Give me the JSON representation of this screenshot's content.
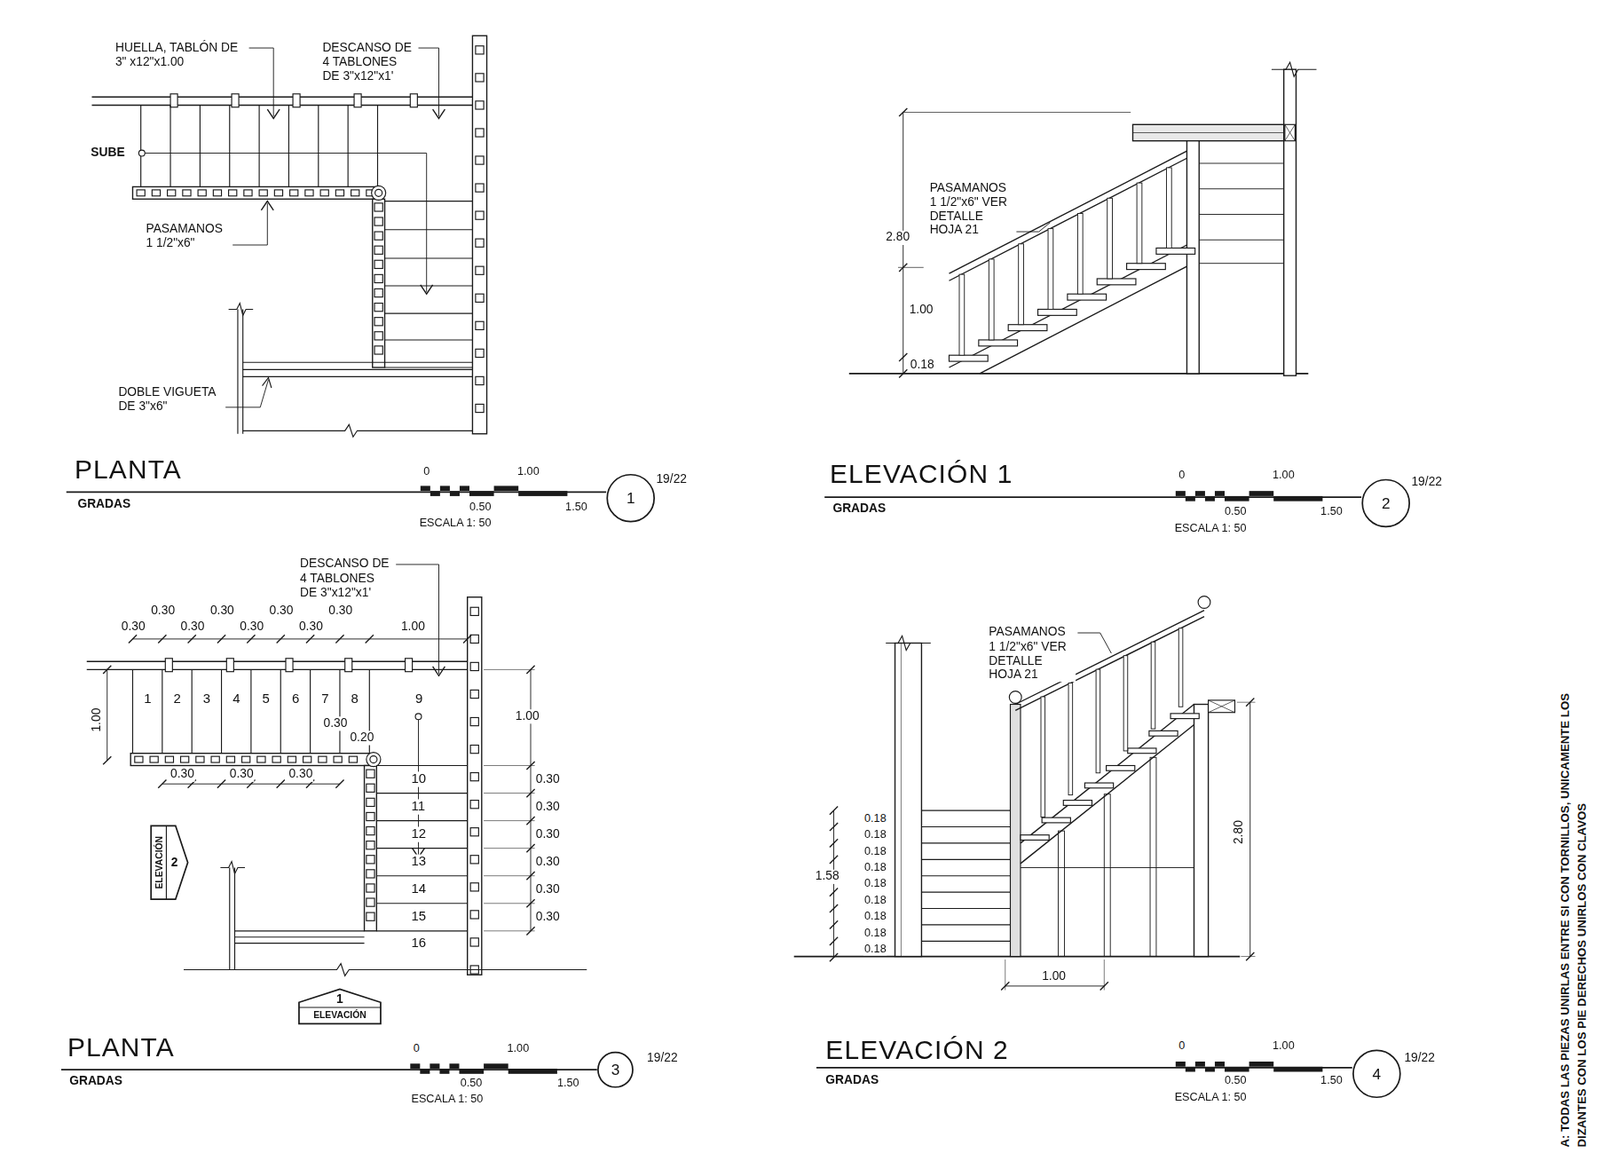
{
  "diagram": {
    "nodes": [
      {
        "text": [
          "1"
        ]
      },
      {
        "text": [
          "2"
        ]
      },
      {
        "text": [
          "ELEVACIÓN",
          "2"
        ]
      },
      {
        "text": [
          "1",
          "ELEVACIÓN"
        ]
      },
      {
        "text": [
          "3"
        ]
      },
      {
        "text": [
          "4"
        ]
      }
    ],
    "labels": [
      "HUELLA, TABLÓN DE 3\" x12\"x1.00",
      "DESCANSO DE 4 TABLONES DE 3\"x12\"x1'",
      "SUBE",
      "PASAMANOS 1 1/2\"x6\"",
      "DOBLE VIGUETA DE 3\"x6\"",
      "PLANTA",
      "GRADAS",
      "0",
      "1.00",
      "0.50",
      "1.50",
      "ESCALA 1: 50",
      "19/22",
      "PASAMANOS 1 1/2\"x6\" VER DETALLE HOJA 21",
      "2.80",
      "1.00",
      "0.18",
      "ELEVACIÓN 1",
      "GRADAS",
      "0",
      "1.00",
      "0.50",
      "1.50",
      "ESCALA 1: 50",
      "19/22",
      "DESCANSO DE 4 TABLONES DE 3\"x12\"x1'",
      "0.30",
      "0.30",
      "0.30",
      "0.30",
      "0.30",
      "0.30",
      "0.30",
      "0.30",
      "1.00",
      "1.00",
      "1",
      "2",
      "3",
      "4",
      "5",
      "6",
      "7",
      "8",
      "9",
      "0.30",
      "0.20",
      "0.30",
      "0.30",
      "0.30",
      "10",
      "11",
      "12",
      "13",
      "14",
      "15",
      "16",
      "1.00",
      "0.30",
      "0.30",
      "0.30",
      "0.30",
      "0.30",
      "0.30",
      "PLANTA",
      "GRADAS",
      "0",
      "1.00",
      "0.50",
      "1.50",
      "ESCALA 1: 50",
      "19/22",
      "PASAMANOS 1 1/2\"x6\" VER DETALLE HOJA 21",
      "0.18",
      "0.18",
      "0.18",
      "0.18",
      "0.18",
      "0.18",
      "0.18",
      "0.18",
      "0.18",
      "1.58",
      "1.00",
      "2.80",
      "ELEVACIÓN 2",
      "GRADAS",
      "0",
      "1.00",
      "0.50",
      "1.50",
      "ESCALA 1: 50",
      "19/22",
      "A: TODAS LAS PIEZAS UNIRLAS ENTRE SI CON TORNILLOS, UNICAMENTE LOS",
      "DIZANTES CON LOS PIE DERECHOS UNIRLOS CON CLAVOS"
    ]
  }
}
